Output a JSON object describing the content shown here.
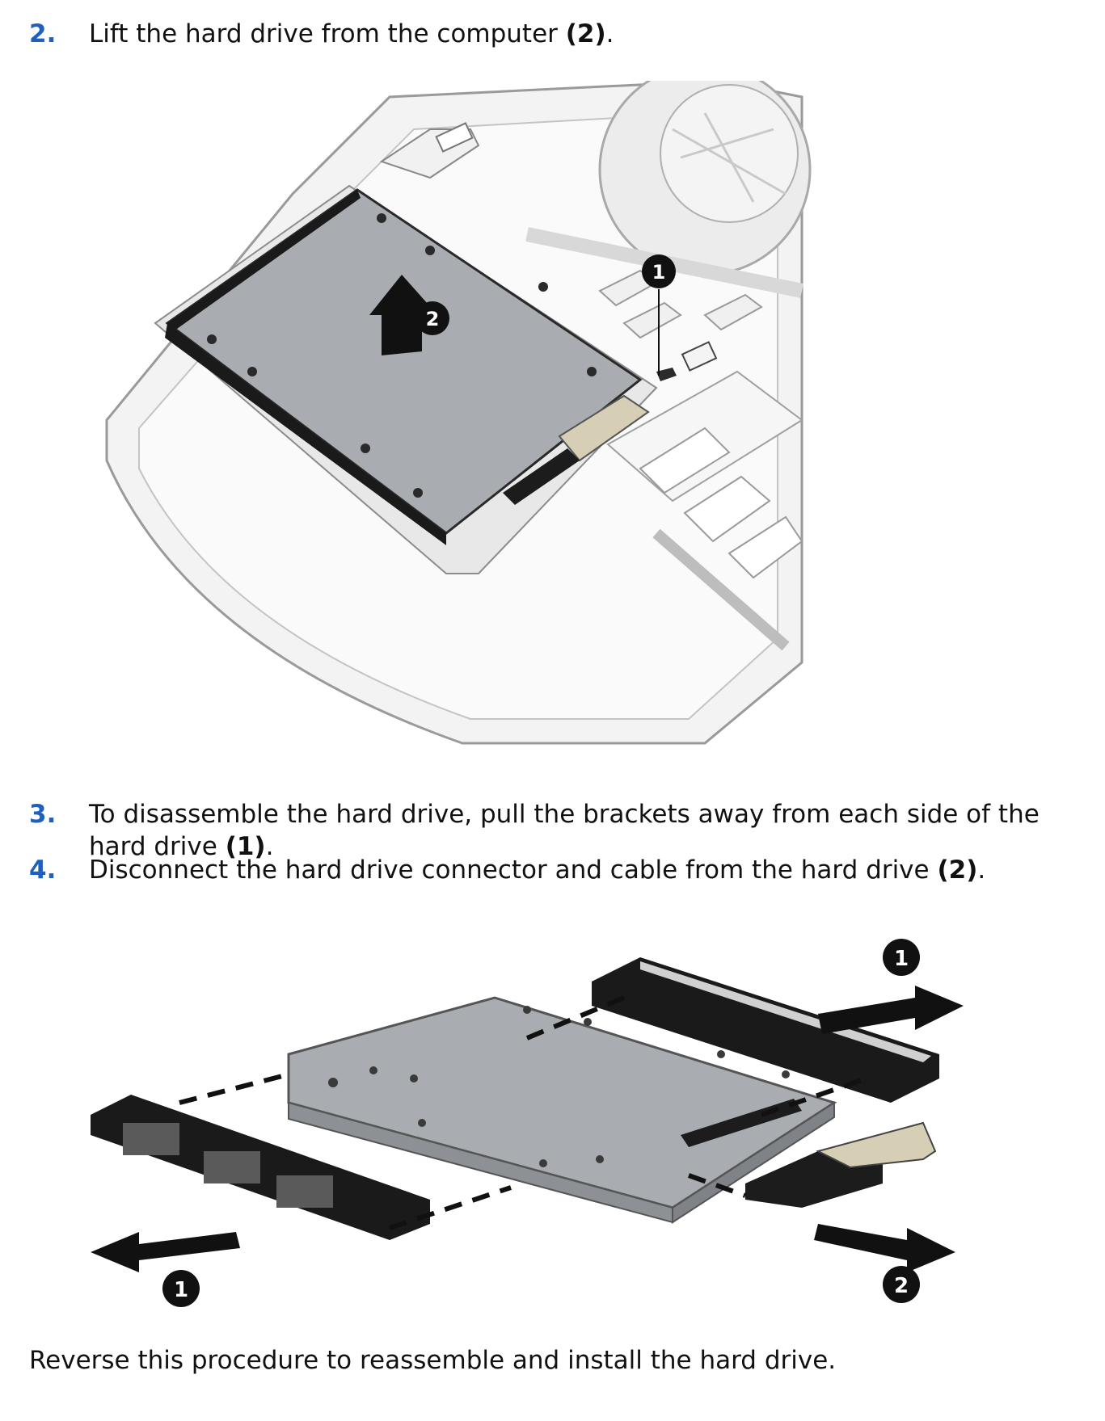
{
  "steps": [
    {
      "number": "2.",
      "text_before": "Lift the hard drive from the computer ",
      "ref": "(2)",
      "text_after": "."
    },
    {
      "number": "3.",
      "text_before": "To disassemble the hard drive, pull the brackets away from each side of the hard drive ",
      "ref": "(1)",
      "text_after": "."
    },
    {
      "number": "4.",
      "text_before": "Disconnect the hard drive connector and cable from the hard drive ",
      "ref": "(2)",
      "text_after": "."
    }
  ],
  "figure1": {
    "callouts": [
      "1",
      "2"
    ]
  },
  "figure2": {
    "callouts": [
      "1",
      "1",
      "2"
    ]
  },
  "closing": "Reverse this procedure to reassemble and install the hard drive.",
  "colors": {
    "step_number": "#1f5fbf",
    "drive": "#a9adb1",
    "bracket": "#1a1a1a"
  }
}
